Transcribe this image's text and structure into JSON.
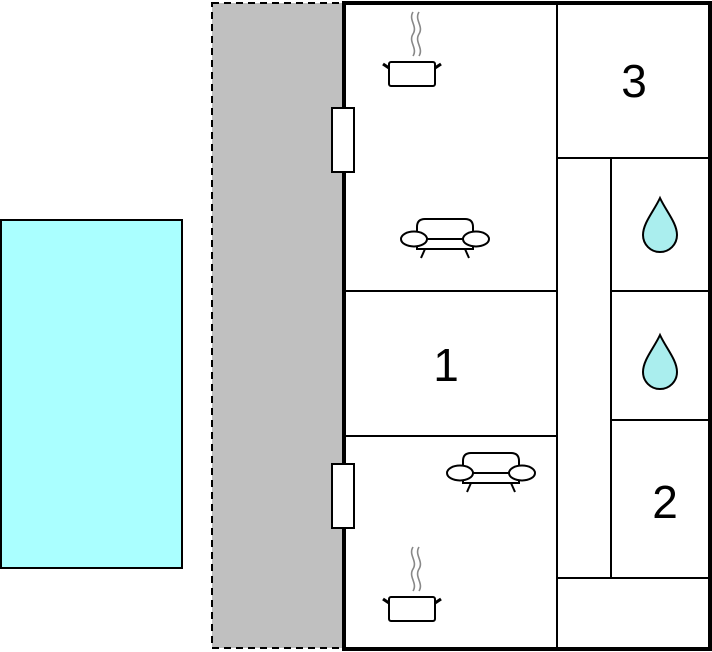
{
  "rooms": {
    "bedroom_1": {
      "number": "1"
    },
    "bedroom_2": {
      "number": "2"
    },
    "bedroom_3": {
      "number": "3"
    }
  },
  "icons": {
    "kitchen": "cooking-pot-icon",
    "living": "sofa-icon",
    "bathroom": "water-drop-icon",
    "door": "door-icon"
  },
  "colors": {
    "pool": "#aaffff",
    "terrace": "#c0c0c0",
    "wall": "#000000",
    "water": "#aaeeee"
  }
}
